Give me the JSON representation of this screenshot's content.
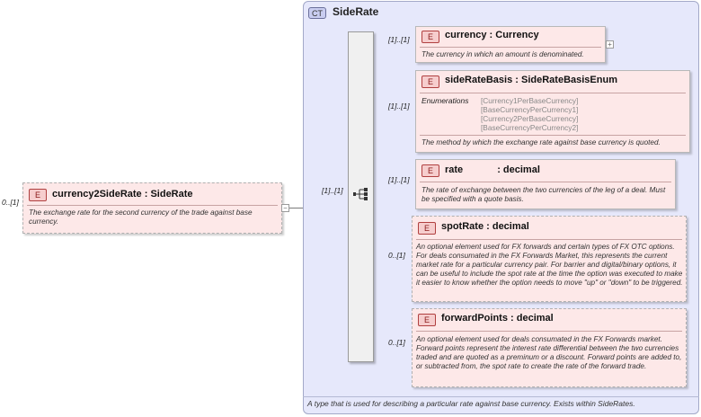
{
  "root": {
    "multiplicity": "0..[1]",
    "badge": "E",
    "name": "currency2SideRate",
    "type": "SideRate",
    "description": "The exchange rate for the second currency of the trade against base currency.",
    "collapse_symbol": "−"
  },
  "complex_type": {
    "badge": "CT",
    "name": "SideRate",
    "description": "A type that is used for describing a particular rate against base currency. Exists within SideRates.",
    "sequence_multiplicity": "[1]..[1]"
  },
  "elements": [
    {
      "multiplicity": "[1]..[1]",
      "badge": "E",
      "name": "currency",
      "type": "Currency",
      "description": "The currency in which an amount is denominated.",
      "expand_symbol": "+"
    },
    {
      "multiplicity": "[1]..[1]",
      "badge": "E",
      "name": "sideRateBasis",
      "type": "SideRateBasisEnum",
      "enum_label": "Enumerations",
      "enumerations": [
        "[Currency1PerBaseCurrency]",
        "[BaseCurrencyPerCurrency1]",
        "[Currency2PerBaseCurrency]",
        "[BaseCurrencyPerCurrency2]"
      ],
      "description": "The method by which the exchange rate against base currency is quoted."
    },
    {
      "multiplicity": "[1]..[1]",
      "badge": "E",
      "name": "rate",
      "type": "decimal",
      "description": "The rate of exchange between the two currencies of the leg of a deal. Must be specified with a quote basis."
    },
    {
      "multiplicity": "0..[1]",
      "badge": "E",
      "name": "spotRate",
      "type": "decimal",
      "description": "An optional element used for FX forwards and certain types of FX OTC options. For deals consumated in the FX Forwards Market, this represents the current market rate for a particular currency pair. For barrier and digital/binary options, it can be useful to include the spot rate at the time the option was executed to make it easier to know whether the option needs to move \"up\" or \"down\" to be triggered."
    },
    {
      "multiplicity": "0..[1]",
      "badge": "E",
      "name": "forwardPoints",
      "type": "decimal",
      "description": "An optional element used for deals consumated in the FX Forwards market. Forward points represent the interest rate differential between the two currencies traded and are quoted as a preminum or a discount. Forward points are added to, or subtracted from, the spot rate to create the rate of the forward trade."
    }
  ]
}
